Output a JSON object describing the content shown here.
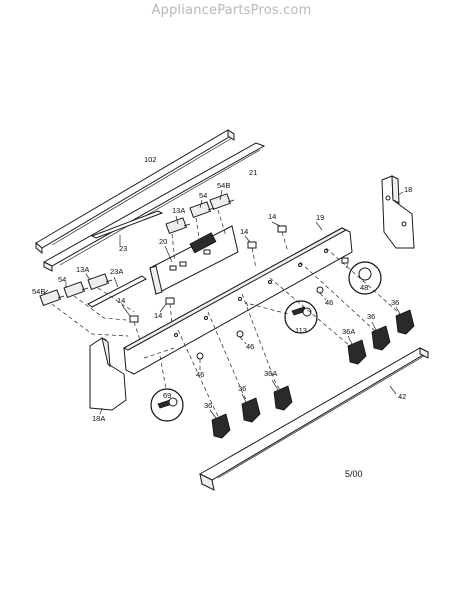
{
  "watermark": "AppliancePartsPros.com",
  "revision_date": "5/00",
  "callouts": {
    "c102": "102",
    "c21": "21",
    "c18": "18",
    "c23": "23",
    "c19": "19",
    "c54_top": "54",
    "c54b_top": "54B",
    "c13a_top": "13A",
    "c14_a": "14",
    "c14_b": "14",
    "c14_c": "14",
    "c14_d": "14",
    "c20": "20",
    "c54_left": "54",
    "c54b_left": "54B",
    "c13a_left": "13A",
    "c23a": "23A",
    "c48": "48",
    "c113": "113",
    "c46_a": "46",
    "c46_b": "46",
    "c46_c": "46",
    "c36_a": "36",
    "c36_b": "36",
    "c36_c": "36",
    "c36a_a": "36A",
    "c36a_b": "36A",
    "c18a": "18A",
    "c69": "69",
    "c42": "42"
  }
}
